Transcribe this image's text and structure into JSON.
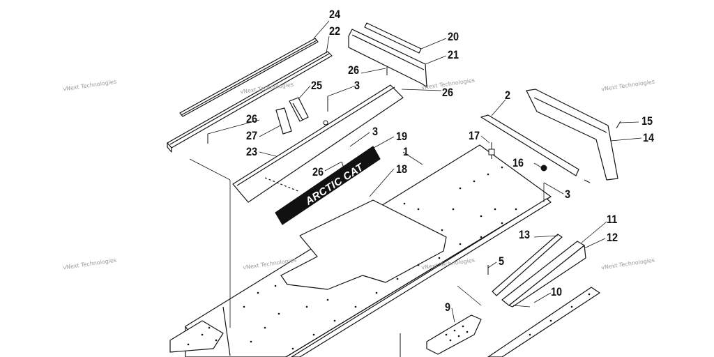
{
  "callouts": {
    "c1": "1",
    "c2": "2",
    "c3a": "3",
    "c3b": "3",
    "c3c": "3",
    "c5": "5",
    "c9": "9",
    "c10": "10",
    "c11": "11",
    "c12": "12",
    "c13": "13",
    "c14": "14",
    "c15": "15",
    "c16": "16",
    "c17": "17",
    "c18": "18",
    "c19": "19",
    "c20": "20",
    "c21": "21",
    "c22": "22",
    "c23": "23",
    "c24": "24",
    "c25": "25",
    "c26a": "26",
    "c26b": "26",
    "c26c": "26",
    "c26d": "26",
    "c27": "27"
  },
  "logo": {
    "text": "ARCTIC CAT"
  },
  "watermark": {
    "text": "vNext Technologies"
  },
  "colors": {
    "ink": "#111111",
    "watermark": "#9a9a9a",
    "paper": "#ffffff"
  }
}
